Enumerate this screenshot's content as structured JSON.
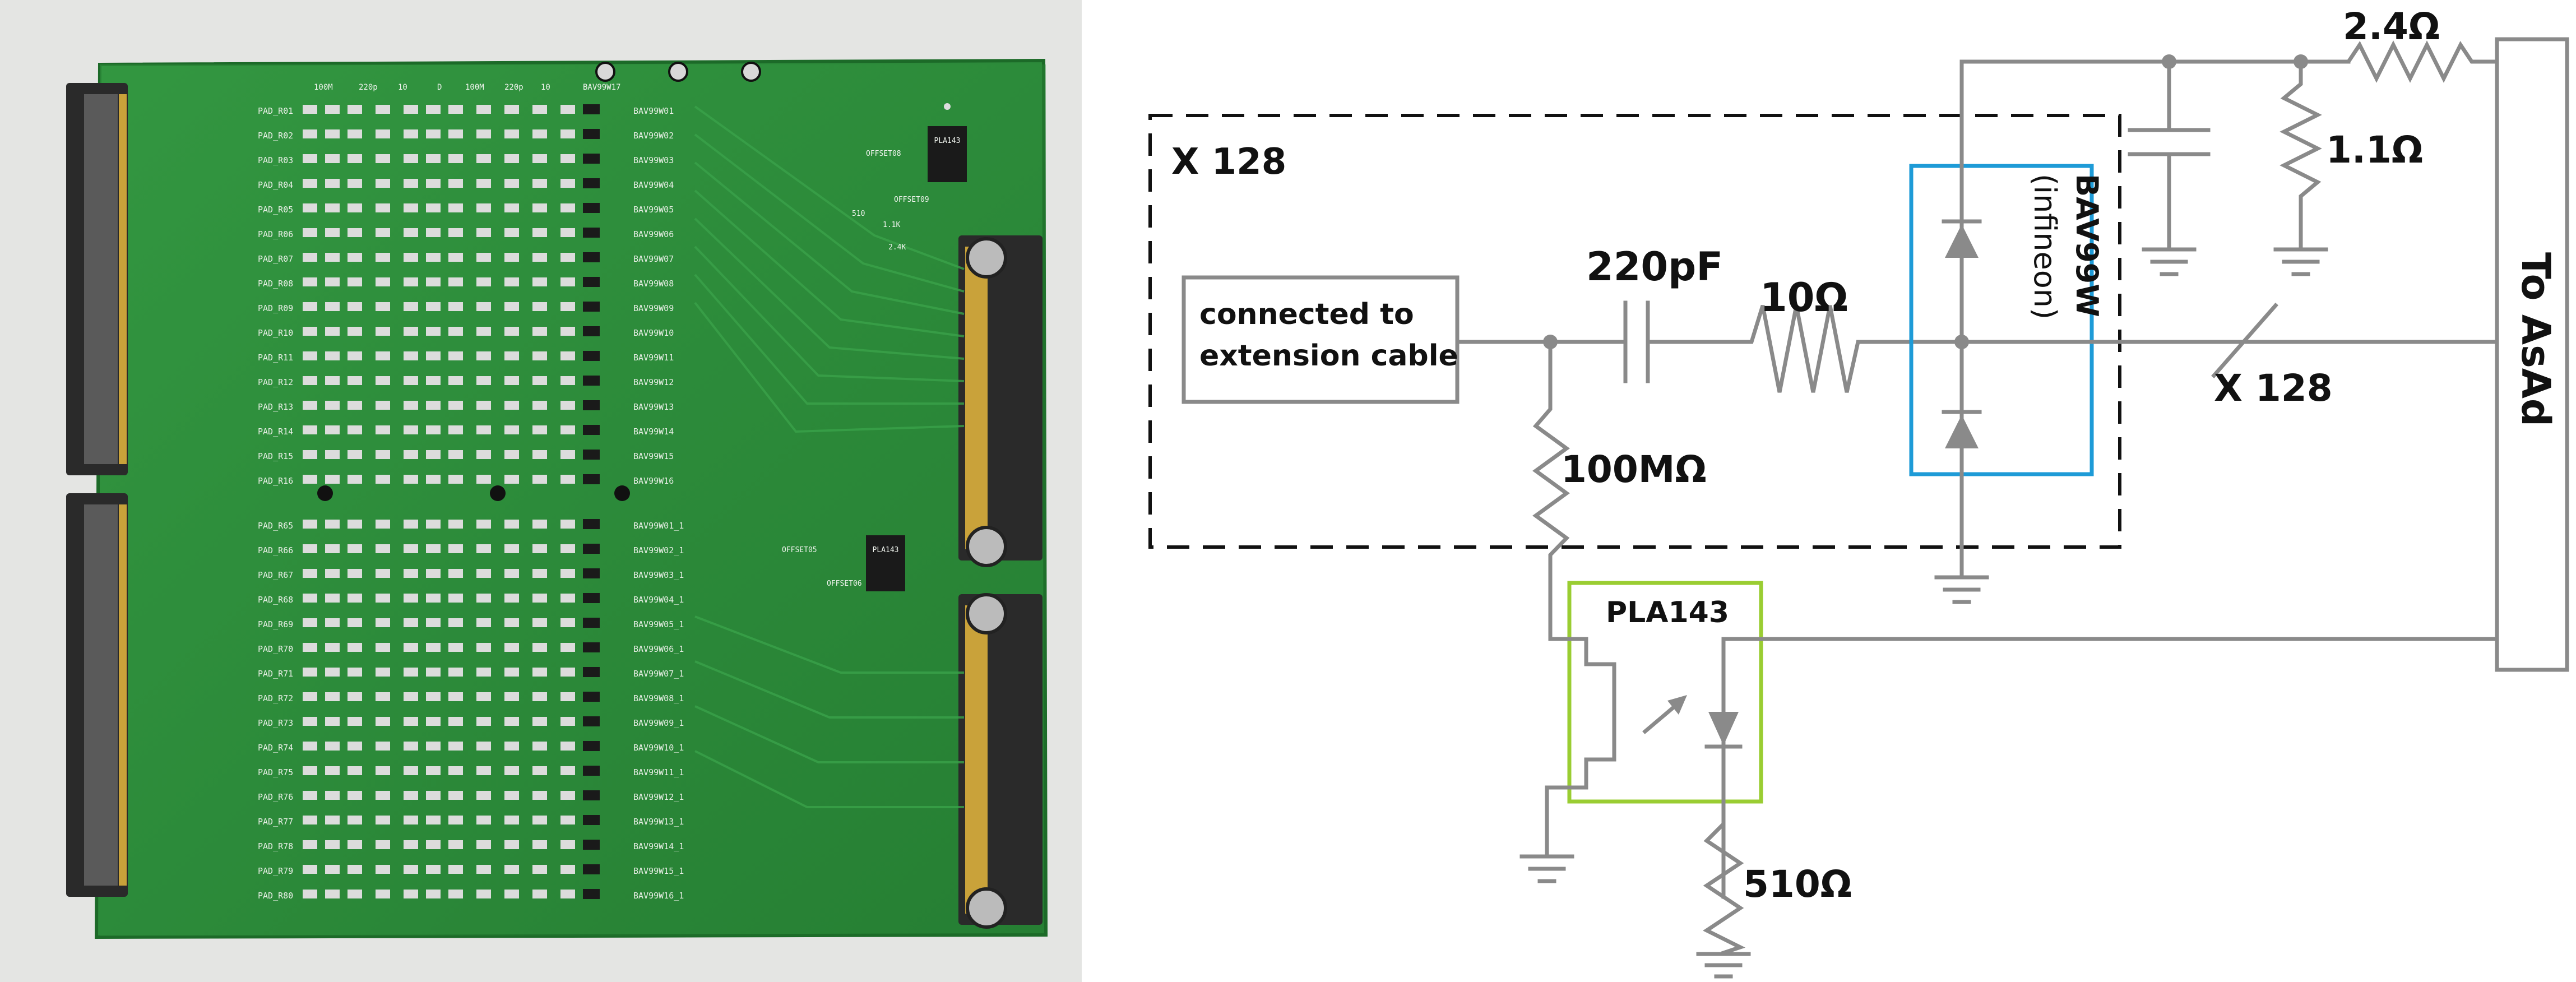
{
  "photo": {
    "description": "",
    "pad_labels_top": [
      "PAD_R01",
      "PAD_R02",
      "PAD_R03",
      "PAD_R04",
      "PAD_R05",
      "PAD_R06",
      "PAD_R07",
      "PAD_R08",
      "PAD_R09",
      "PAD_R10",
      "PAD_R11",
      "PAD_R12",
      "PAD_R13",
      "PAD_R14",
      "PAD_R15",
      "PAD_R16"
    ],
    "pad_labels_bottom": [
      "PAD_R65",
      "PAD_R66",
      "PAD_R67",
      "PAD_R68",
      "PAD_R69",
      "PAD_R70",
      "PAD_R71",
      "PAD_R72",
      "PAD_R73",
      "PAD_R74",
      "PAD_R75",
      "PAD_R76",
      "PAD_R77",
      "PAD_R78",
      "PAD_R79",
      "PAD_R80"
    ],
    "diode_labels_top": [
      "BAV99W01",
      "BAV99W02",
      "BAV99W03",
      "BAV99W04",
      "BAV99W05",
      "BAV99W06",
      "BAV99W07",
      "BAV99W08",
      "BAV99W09",
      "BAV99W10",
      "BAV99W11",
      "BAV99W12",
      "BAV99W13",
      "BAV99W14",
      "BAV99W15",
      "BAV99W16"
    ],
    "diode_labels_bottom": [
      "BAV99W01_1",
      "BAV99W02_1",
      "BAV99W03_1",
      "BAV99W04_1",
      "BAV99W05_1",
      "BAV99W06_1",
      "BAV99W07_1",
      "BAV99W08_1",
      "BAV99W09_1",
      "BAV99W10_1",
      "BAV99W11_1",
      "BAV99W12_1",
      "BAV99W13_1",
      "BAV99W14_1",
      "BAV99W15_1",
      "BAV99W16_1"
    ],
    "header_labels": [
      "100M",
      "220p",
      "10",
      "D",
      "100M",
      "220p",
      "10",
      "BAV99W17"
    ],
    "chip_top_label": "PLA143",
    "chip_bottom_label": "PLA143",
    "offset_labels": [
      "OFFSET08",
      "OFFSET09",
      "OFFSET05",
      "OFFSET06"
    ],
    "resistor_labels": [
      "2.4K",
      "1.1K",
      "510"
    ]
  },
  "schematic": {
    "multiplier_box_label": "X 128",
    "multiplier_wire_label": "X 128",
    "connector_text_line1": "connected to",
    "connector_text_line2": "extension cable",
    "cap_label": "220pF",
    "res_series_label": "10Ω",
    "res_bias_label": "100MΩ",
    "diode_label_line1": "BAV99W",
    "diode_label_line2": "(infineon)",
    "res_top_series_label": "2.4Ω",
    "res_top_shunt_label": "1.1Ω",
    "relay_label": "PLA143",
    "res_bottom_label": "510Ω",
    "asad_label": "To AsAd"
  },
  "colors": {
    "wire": "#8a8a8a",
    "pcb_green": "#2e8b3a",
    "diode_box": "#1e9bd7",
    "relay_box": "#9acd32",
    "text": "#111111"
  }
}
